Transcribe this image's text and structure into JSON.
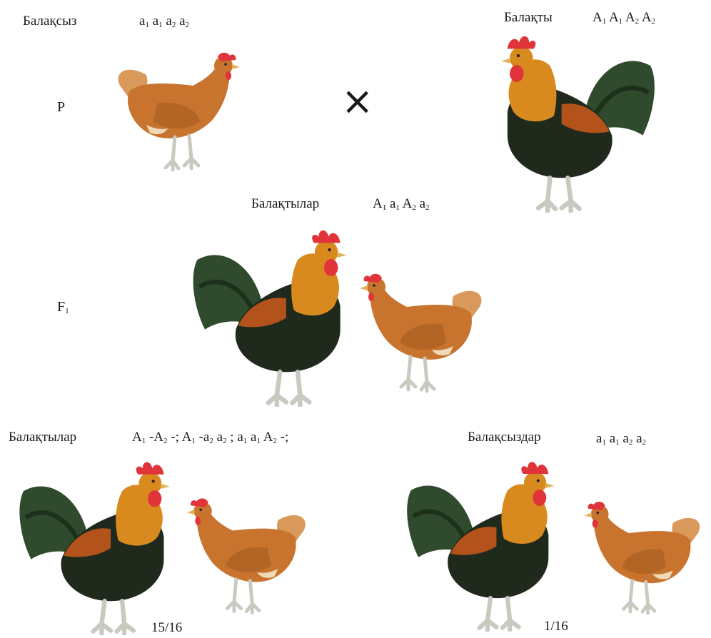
{
  "parents": {
    "hen_label": "Балақсыз",
    "hen_genotype": [
      {
        "t": "a",
        "s": "1"
      },
      {
        "t": "a",
        "s": "1"
      },
      {
        "t": "a",
        "s": "2"
      },
      {
        "t": "a",
        "s": "2"
      }
    ],
    "rooster_label": "Балақты",
    "rooster_genotype": [
      {
        "t": "A",
        "s": "1"
      },
      {
        "t": "A",
        "s": "1"
      },
      {
        "t": "A",
        "s": "2"
      },
      {
        "t": "A",
        "s": "2"
      }
    ],
    "generation": "P",
    "cross_symbol": "×"
  },
  "f1": {
    "label": "Балақтылар",
    "genotype": [
      {
        "t": "A",
        "s": "1"
      },
      {
        "t": "a",
        "s": "1"
      },
      {
        "t": "A",
        "s": "2"
      },
      {
        "t": "a",
        "s": "2"
      }
    ],
    "generation_letter": "F",
    "generation_sub": "1"
  },
  "f2_left": {
    "label": "Балақтылар",
    "genotype": [
      {
        "t": "A",
        "s": "1"
      },
      {
        "t": "-A",
        "s": "2"
      },
      {
        "t": "-;",
        "s": ""
      },
      {
        "t": " A",
        "s": "1"
      },
      {
        "t": "-a",
        "s": "2"
      },
      {
        "t": " a",
        "s": "2"
      },
      {
        "t": ";",
        "s": ""
      },
      {
        "t": " a",
        "s": "1"
      },
      {
        "t": " a",
        "s": "1"
      },
      {
        "t": "A",
        "s": "2"
      },
      {
        "t": "-;",
        "s": ""
      }
    ],
    "ratio": "15/16"
  },
  "f2_right": {
    "label": "Балақсыздар",
    "genotype": [
      {
        "t": "a",
        "s": "1"
      },
      {
        "t": "a",
        "s": "1"
      },
      {
        "t": "a",
        "s": "2"
      },
      {
        "t": "a",
        "s": "2"
      }
    ],
    "ratio": "1/16"
  },
  "colors": {
    "hen_body": "#c8742e",
    "rooster_neck": "#d98a1f",
    "rooster_tail": "#2f4a2c",
    "rooster_breast": "#1f2a1c",
    "comb": "#e0333a",
    "legs": "#c9c9c0"
  }
}
